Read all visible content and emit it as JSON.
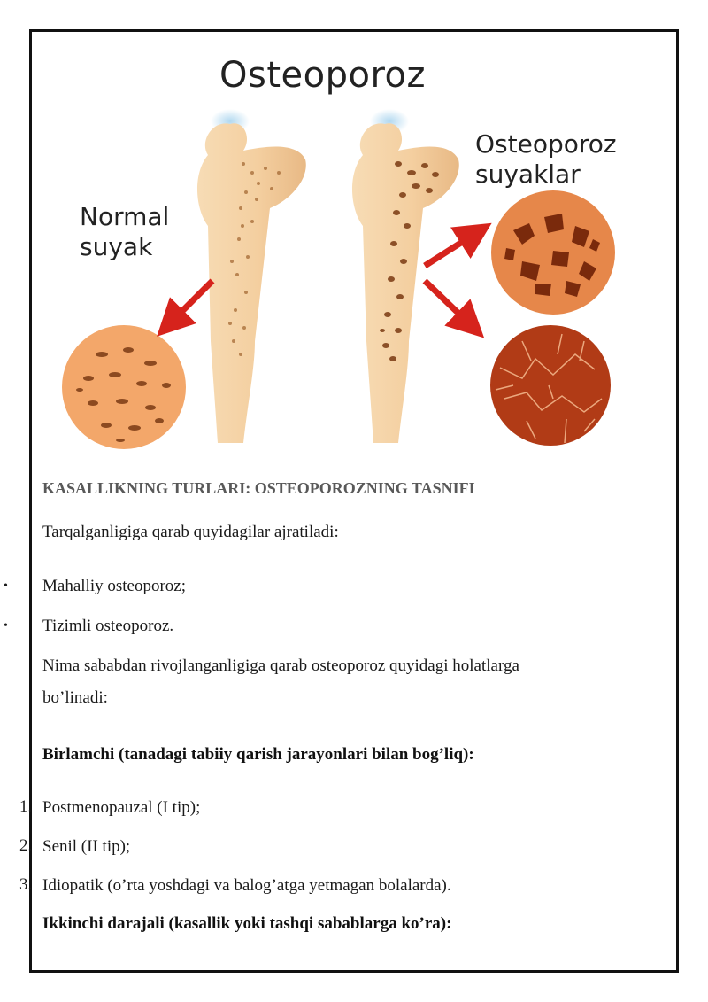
{
  "figure": {
    "title": "Osteoporoz",
    "label_normal": [
      "Normal",
      "suyak"
    ],
    "label_osteo": [
      "Osteoporoz",
      "suyaklar"
    ]
  },
  "content": {
    "heading": "KASALLIKNING TURLARI: OSTEOPOROZNING TASNIFI",
    "intro1": "Tarqalganligiga qarab quyidagilar ajratiladi:",
    "bullets": [
      "Mahalliy osteoporoz;",
      "Tizimli osteoporoz."
    ],
    "intro2_line1": "Nima sababdan rivojlanganligiga qarab osteoporoz quyidagi holatlarga",
    "intro2_line2": "bo’linadi:",
    "primary_heading": "Birlamchi (tanadagi tabiiy qarish jarayonlari bilan bog’liq):",
    "numbered": [
      {
        "num": "1.",
        "text": "Postmenopauzal (I tip);"
      },
      {
        "num": "2.",
        "text": "Senil (II tip);"
      },
      {
        "num": "3.",
        "text": "Idiopatik (o’rta yoshdagi va balog’atga yetmagan bolalarda)."
      }
    ],
    "secondary_heading": "Ikkinchi darajali (kasallik yoki tashqi sabablarga ko’ra):"
  },
  "colors": {
    "bone": "#f4cfa0",
    "bone_shadow": "#e6b47f",
    "normal_circle": "#f3a76a",
    "osteo_circle": "#e6874a",
    "fracture_circle": "#b13b16",
    "arrow": "#d6231c",
    "joint_glow": "#a9d4ee"
  }
}
